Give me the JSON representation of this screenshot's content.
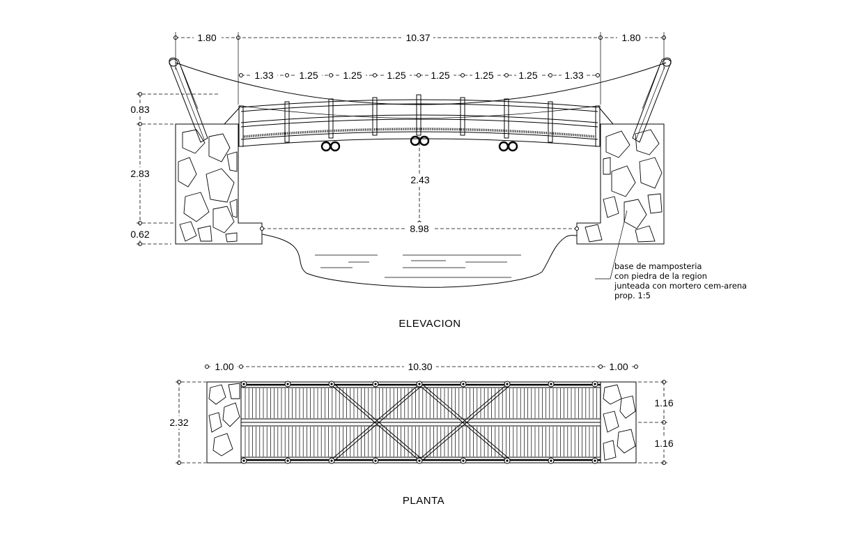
{
  "elevation": {
    "title": "ELEVACION",
    "top_dims": [
      "1.80",
      "10.37",
      "1.80"
    ],
    "bay_dims": [
      "1.33",
      "1.25",
      "1.25",
      "1.25",
      "1.25",
      "1.25",
      "1.25",
      "1.33"
    ],
    "left_dims": [
      "0.83",
      "2.83",
      "0.62"
    ],
    "clearance": "2.43",
    "span_bottom": "8.98",
    "note": [
      "base de mamposteria",
      "con piedra de la region",
      "junteada con mortero cem-arena",
      "prop. 1:5"
    ]
  },
  "plan": {
    "title": "PLANTA",
    "top_dims": [
      "1.00",
      "10.30",
      "1.00"
    ],
    "left_dim": "2.32",
    "right_dims": [
      "1.16",
      "1.16"
    ]
  }
}
